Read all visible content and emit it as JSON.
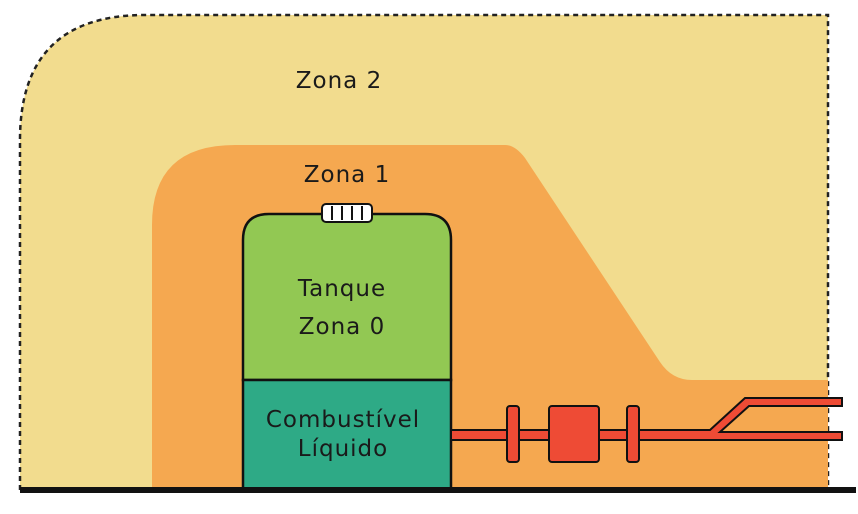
{
  "zones": {
    "zone2_label": "Zona 2",
    "zone1_label": "Zona 1"
  },
  "tank": {
    "title_line1": "Tanque",
    "title_line2": "Zona 0",
    "liquid_line1": "Combustível",
    "liquid_line2": "Líquido"
  },
  "colors": {
    "zone2": "#f2dc8e",
    "zone1": "#f5a850",
    "tank_vapor": "#92c853",
    "tank_liquid": "#2eaa86",
    "pipe": "#ee4b35",
    "outline": "#111111"
  }
}
